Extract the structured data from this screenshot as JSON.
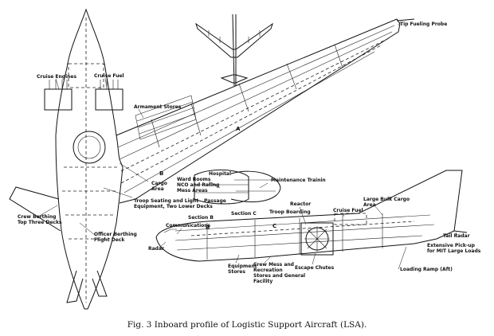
{
  "caption": "Fig. 3   Inboard profile of Logistic Support Aircraft (LSA).",
  "labels": {
    "tip_fueling_probe": "Tip Fueling Probe",
    "cruise_engines": "Cruise Engines",
    "cruise_fuel_top": "Cruise Fuel",
    "armament_stores": "Armament Stores",
    "section_a": "A",
    "cargo_area": "Cargo\nArea",
    "section_b_marker": "B",
    "ward_rooms": "Ward Rooms\nNCO and Rating\nMess Areas",
    "hospital": "Hospital",
    "maintenance_trainin": "Maintenance Trainin",
    "passage": "Passage",
    "section_c": "Section C",
    "troop_boarding": "Troop Boarding",
    "troop_seating": "Troop Seating and Light\nEquipment, Two Lower Decks",
    "section_b": "Section B",
    "crew_berthing": "Crew Berthing\nTop Three Decks",
    "communications": "Communications",
    "officer_berthing": "Officer Berthing\nFlight Deck",
    "radar_left": "Radar",
    "cruise_fuel_side": "Cruise Fuel",
    "large_bulk_cargo": "Large Bulk Cargo\nArea",
    "reactor": "Reactor",
    "c_marker": "C",
    "b_marker": "B",
    "tail_radar": "Tail Radar",
    "extensive_pickup": "Extensive Pick-up\nfor MIT Large Loads",
    "equipment_stores": "Equipment\nStores",
    "crew_mess": "Crew Mess and\nRecreation\nStores and General\nFacility",
    "escape_chutes": "Escape Chutes",
    "loading_ramp": "Loading Ramp (Aft)"
  }
}
